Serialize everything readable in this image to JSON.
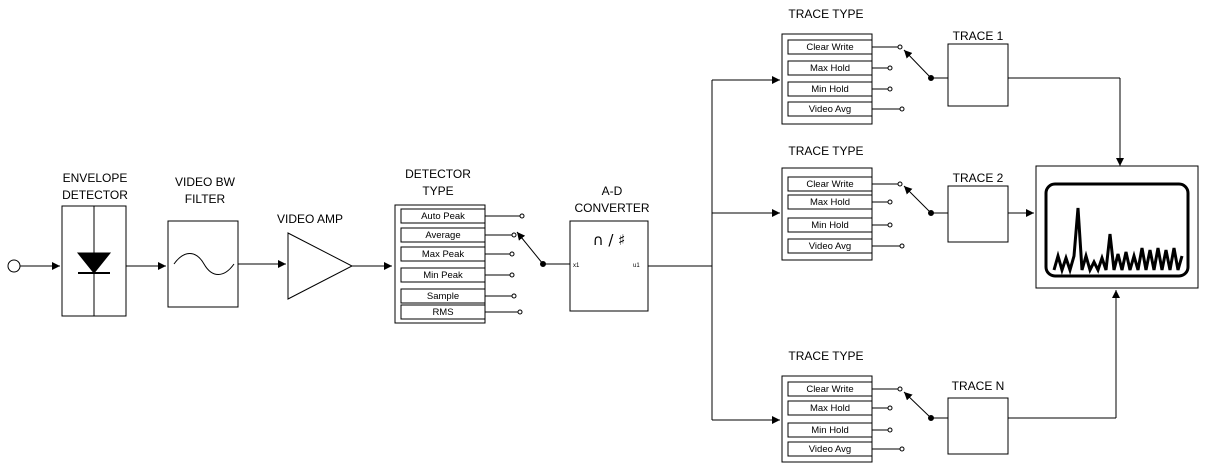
{
  "envelope_detector": {
    "line1": "ENVELOPE",
    "line2": "DETECTOR"
  },
  "video_bw_filter": {
    "line1": "VIDEO BW",
    "line2": "FILTER"
  },
  "video_amp": {
    "label": "VIDEO AMP"
  },
  "detector_type": {
    "line1": "DETECTOR",
    "line2": "TYPE",
    "options": [
      "Auto Peak",
      "Average",
      "Max Peak",
      "Min Peak",
      "Sample",
      "RMS"
    ]
  },
  "ad_converter": {
    "line1": "A-D",
    "line2": "CONVERTER",
    "symbol": "∩ / ♯",
    "input_pin": "x1",
    "output_pin": "u1"
  },
  "trace_chains": [
    {
      "type_label": "TRACE TYPE",
      "trace_label": "TRACE 1",
      "options": [
        "Clear Write",
        "Max Hold",
        "Min Hold",
        "Video Avg"
      ]
    },
    {
      "type_label": "TRACE TYPE",
      "trace_label": "TRACE 2",
      "options": [
        "Clear Write",
        "Max Hold",
        "Min Hold",
        "Video Avg"
      ]
    },
    {
      "type_label": "TRACE TYPE",
      "trace_label": "TRACE N",
      "options": [
        "Clear Write",
        "Max Hold",
        "Min Hold",
        "Video Avg"
      ]
    }
  ],
  "display": {
    "icon": "spectrum-display-icon"
  }
}
